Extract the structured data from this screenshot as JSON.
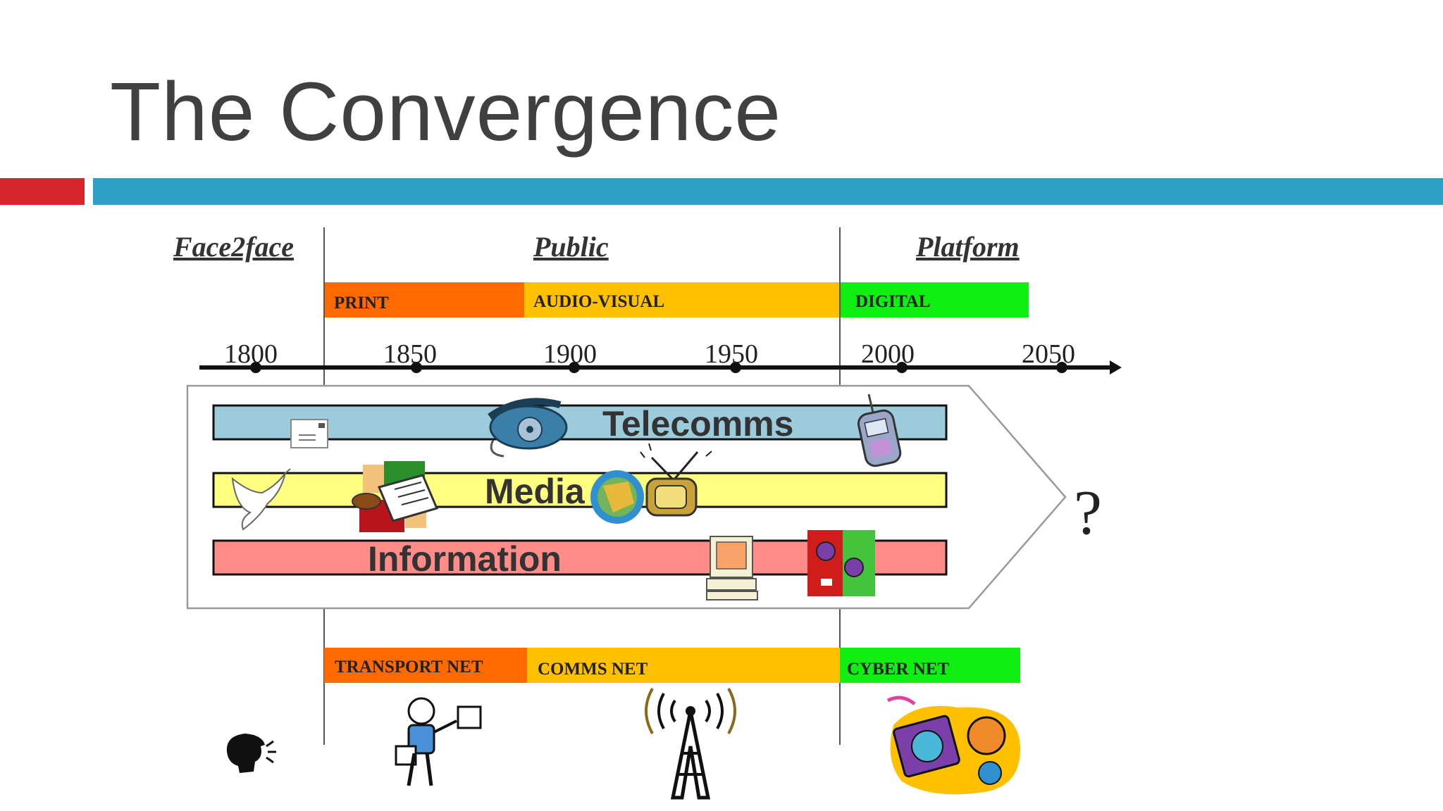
{
  "title": "The Convergence",
  "colors": {
    "title_text": "#404040",
    "accent_red": "#d9262e",
    "accent_blue": "#2e9fc4",
    "orange": "#ff6a00",
    "amber": "#ffc000",
    "green": "#11ee11",
    "telecomms_bar": "#9ccbdb",
    "media_bar": "#ffff80",
    "information_bar": "#ff8c88"
  },
  "eras": [
    "Face2face",
    "Public",
    "Platform"
  ],
  "media_bands": [
    "PRINT",
    "AUDIO-VISUAL",
    "DIGITAL"
  ],
  "network_bands": [
    "TRANSPORT NET",
    "COMMS NET",
    "CYBER NET"
  ],
  "years": [
    "1800",
    "1850",
    "1900",
    "1950",
    "2000",
    "2050"
  ],
  "bars": [
    "Telecomms",
    "Media",
    "Information"
  ],
  "future_mark": "?",
  "icons": {
    "telecomms": [
      "envelope-icon",
      "rotary-telephone-icon",
      "mobile-phone-icon"
    ],
    "media": [
      "dove-icon",
      "newspaper-icon",
      "globe-icon",
      "television-icon"
    ],
    "information": [
      "computer-icon",
      "digital-media-icon"
    ],
    "bottom": [
      "speaking-head-icon",
      "courier-person-icon",
      "radio-tower-icon",
      "cyber-user-icon"
    ]
  }
}
